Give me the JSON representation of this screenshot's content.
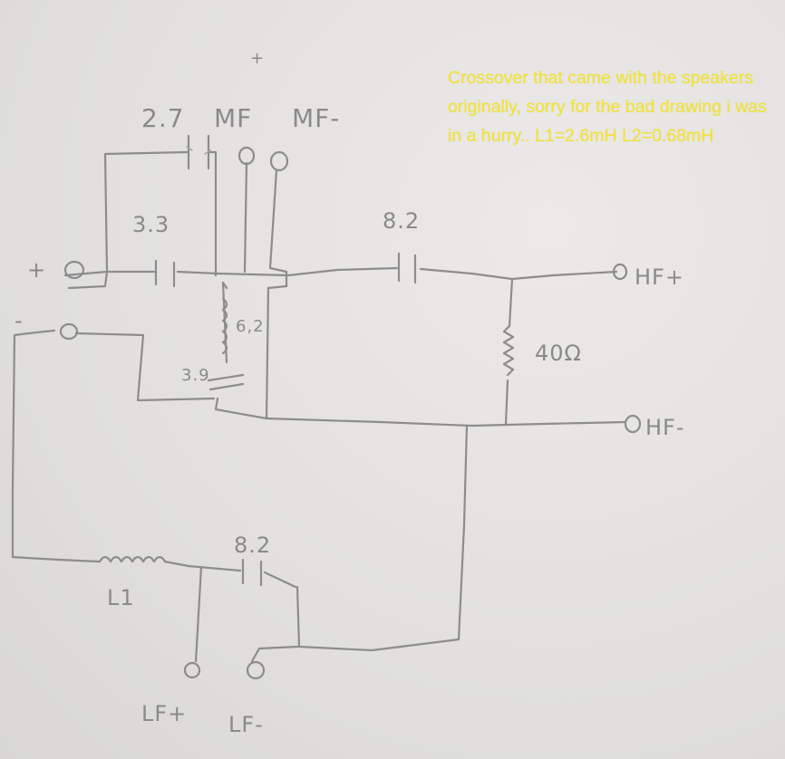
{
  "caption": "Crossover that came with the speakers originally, sorry for the bad drawing i was in a hurry.. L1=2.6mH L2=0.68mH",
  "labels": {
    "mf_cap": "2.7",
    "mf_unit": "MF",
    "mf_plus": "+",
    "mf_minus": "MF-",
    "c_33": "3.3",
    "c_82_top": "8.2",
    "l2_val": "6,2",
    "c_39": "3.9",
    "input_plus": "+",
    "input_minus": "-",
    "hf_plus": "HF+",
    "resistor": "40Ω",
    "hf_minus": "HF-",
    "c_82_bottom": "8.2",
    "l1": "L1",
    "lf_plus": "LF+",
    "lf_minus": "LF-"
  },
  "colors": {
    "paper": "#e4e3e1",
    "pencil": "#8d8d8d",
    "caption": "#f5e430"
  }
}
